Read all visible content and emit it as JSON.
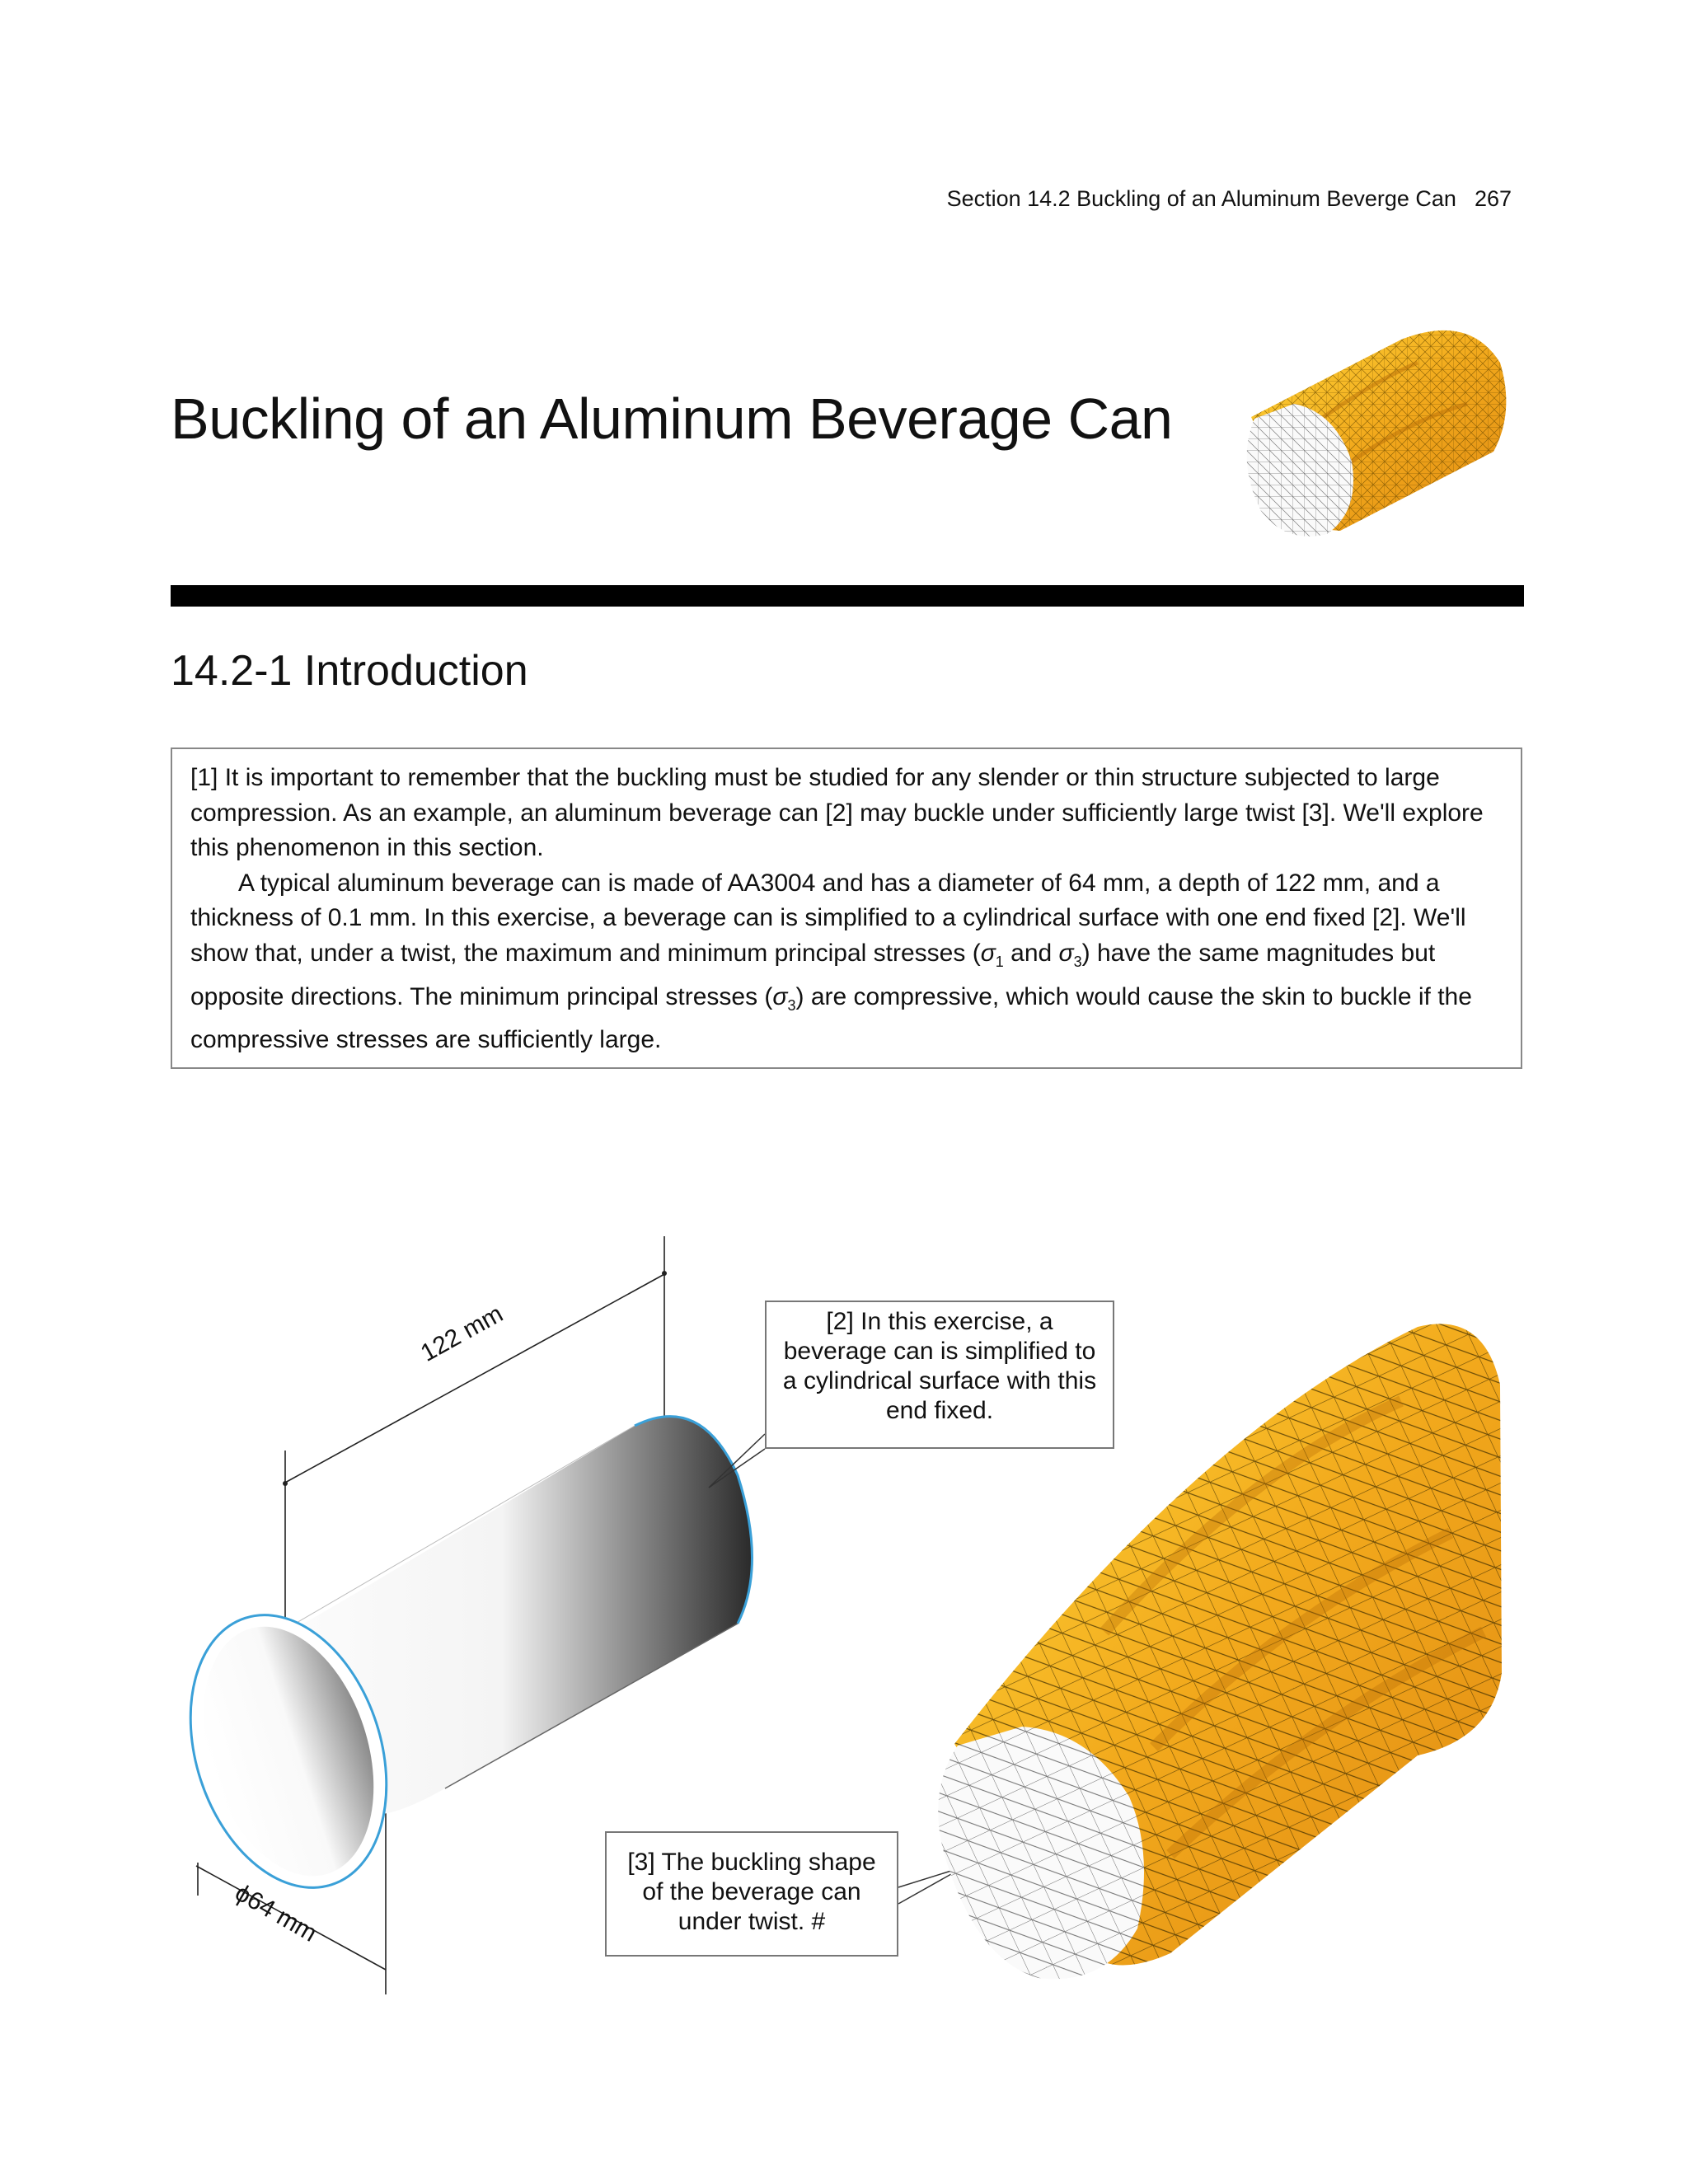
{
  "header": {
    "running_title": "Section 14.2  Buckling of an Aluminum Beverge Can",
    "page_number": "267"
  },
  "chapter": {
    "title": "Buckling of an Aluminum Beverage Can"
  },
  "section": {
    "title": "14.2-1  Introduction"
  },
  "intro": {
    "paragraph1": "[1] It is important to remember that the buckling must be studied for any slender or thin structure subjected to large compression. As an example, an aluminum beverage can [2] may buckle under sufficiently large twist [3]. We'll explore this phenomenon in this section.",
    "paragraph2_a": "A typical aluminum beverage can is made of AA3004 and has a diameter of 64 mm, a depth of 122 mm, and a thickness of 0.1 mm. In this exercise, a beverage can is simplified to a cylindrical surface with one end fixed [2]. We'll show that, under a twist, the maximum and minimum principal stresses (",
    "sigma1": "σ",
    "sub1": "1",
    "and_text": " and ",
    "sigma3": "σ",
    "sub3": "3",
    "paragraph2_b": ") have the same magnitudes but opposite directions. The minimum principal stresses (",
    "sigma3b": "σ",
    "sub3b": "3",
    "paragraph2_c": ") are compressive, which would cause the skin to buckle if the compressive stresses are sufficiently large."
  },
  "figure": {
    "dim_length": "122 mm",
    "dim_diameter": "ϕ64 mm",
    "callout2": "[2] In this exercise, a beverage can is simplified to a cylindrical surface with this end fixed.",
    "callout3": "[3] The buckling shape of the beverage can under twist. #",
    "colors": {
      "mesh_fill": "#f2a91c",
      "mesh_highlight": "#ffd83a",
      "mesh_shadow": "#d97f10",
      "edge_blue": "#3aa0d8"
    }
  }
}
